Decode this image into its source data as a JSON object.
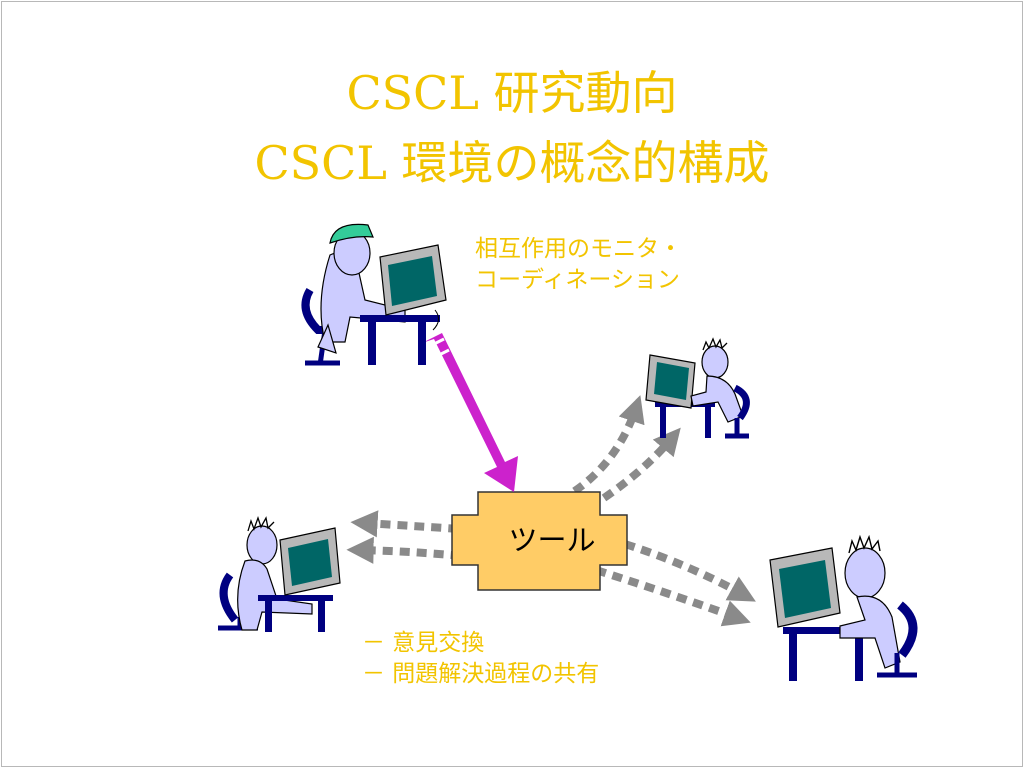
{
  "slide": {
    "title_line1": "CSCL 研究動向",
    "title_line2": "CSCL 環境の概念的構成",
    "monitor_label_line1": "相互作用のモニタ・",
    "monitor_label_line2": "コーディネーション",
    "tool_label": "ツール",
    "bullets": [
      "－ 意見交換",
      "－ 問題解決過程の共有"
    ]
  },
  "colors": {
    "title": "#f2c400",
    "tool_box": "#ffcc66",
    "monitor_arrow": "#cc22cc",
    "dotted_arrow": "#8a8a8a",
    "person": "#ccccff",
    "desk": "#000080",
    "screen": "#006666",
    "helmet": "#33cc99"
  },
  "icons": [
    "person-at-computer-icon",
    "monitor-arrow-icon",
    "dotted-arrow-icon"
  ]
}
